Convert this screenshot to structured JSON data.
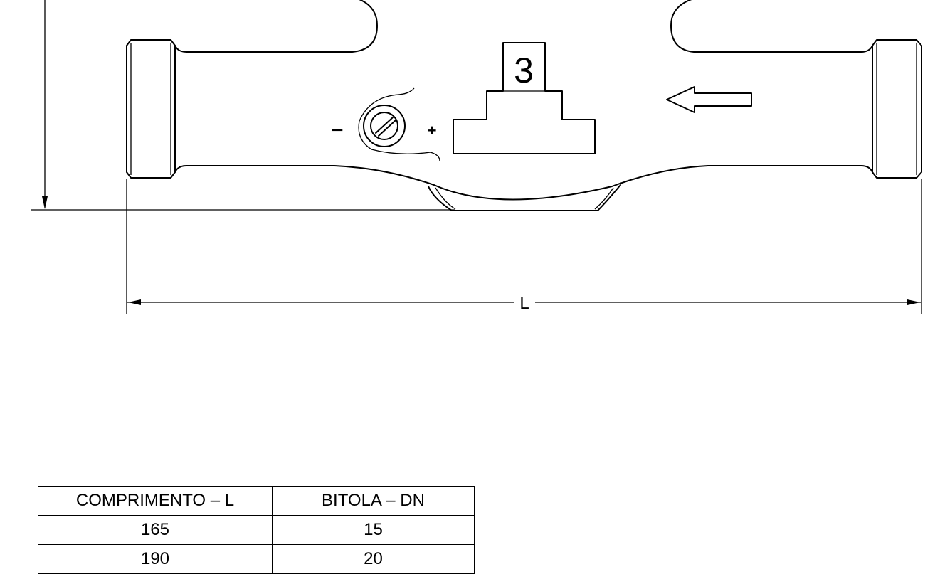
{
  "drawing": {
    "dimension_label": "L",
    "plate_number": "3",
    "minus_sign": "−",
    "plus_sign": "+"
  },
  "table": {
    "headers": [
      "COMPRIMENTO  –  L",
      "BITOLA    –  DN"
    ],
    "rows": [
      [
        "165",
        "15"
      ],
      [
        "190",
        "20"
      ]
    ]
  }
}
